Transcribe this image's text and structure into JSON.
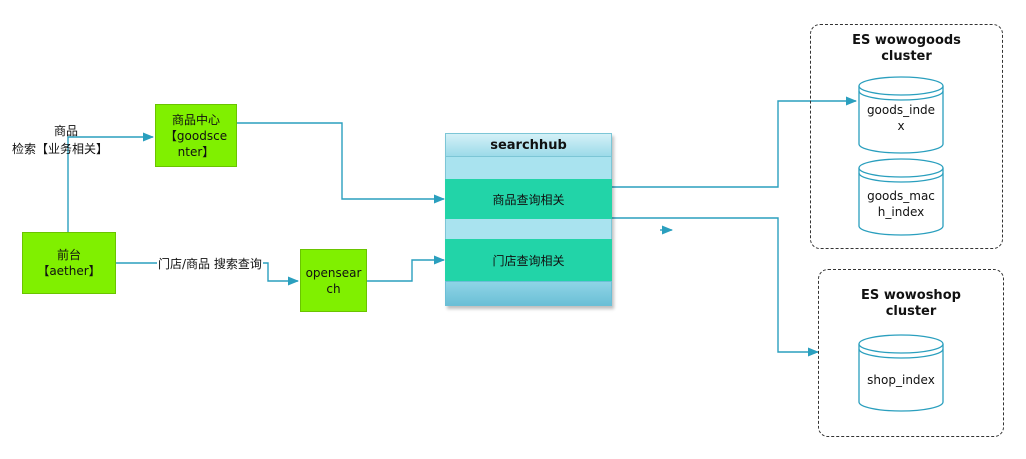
{
  "labels": {
    "goods_search": [
      "商品",
      "检索【业务相关】"
    ],
    "store_search": "门店/商品 搜索查询"
  },
  "nodes": {
    "goodscenter": [
      "商品中心",
      "【goodsce",
      "nter】"
    ],
    "aether": [
      "前台",
      "【aether】"
    ],
    "opensearch": [
      "opensear",
      "ch"
    ]
  },
  "searchhub": {
    "title": "searchhub",
    "rows": [
      "商品查询相关",
      "门店查询相关"
    ]
  },
  "clusters": [
    {
      "title": [
        "ES wowogoods",
        "cluster"
      ],
      "indexes": [
        [
          "goods_inde",
          "x"
        ],
        [
          "goods_mac",
          "h_index"
        ]
      ]
    },
    {
      "title": [
        "ES wowoshop",
        "cluster"
      ],
      "indexes": [
        [
          "shop_index"
        ]
      ]
    }
  ],
  "colors": {
    "node_green": "#80f000",
    "hub_teal": "#22d4a8",
    "hub_light": "#a9e3ef",
    "arrow": "#2a9fbe"
  }
}
